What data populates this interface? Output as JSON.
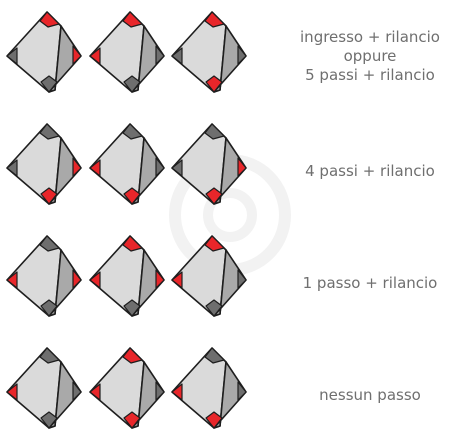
{
  "rows": [
    {
      "caption_lines": [
        "ingresso + rilancio",
        "oppure",
        "5 passi + rilancio"
      ],
      "tiles": [
        {
          "top": "red",
          "left": "dark",
          "right": "red",
          "bottom": "dark"
        },
        {
          "top": "red",
          "left": "red",
          "right": "dark",
          "bottom": "dark"
        },
        {
          "top": "red",
          "left": "dark",
          "right": "dark",
          "bottom": "red"
        }
      ]
    },
    {
      "caption_lines": [
        "4 passi + rilancio"
      ],
      "tiles": [
        {
          "top": "dark",
          "left": "dark",
          "right": "red",
          "bottom": "red"
        },
        {
          "top": "dark",
          "left": "red",
          "right": "dark",
          "bottom": "red"
        },
        {
          "top": "dark",
          "left": "dark",
          "right": "red",
          "bottom": "red"
        }
      ]
    },
    {
      "caption_lines": [
        "1 passo + rilancio"
      ],
      "tiles": [
        {
          "top": "dark",
          "left": "red",
          "right": "red",
          "bottom": "dark"
        },
        {
          "top": "red",
          "left": "red",
          "right": "red",
          "bottom": "dark"
        },
        {
          "top": "red",
          "left": "red",
          "right": "dark",
          "bottom": "dark"
        }
      ]
    },
    {
      "caption_lines": [
        "nessun passo"
      ],
      "tiles": [
        {
          "top": "dark",
          "left": "red",
          "right": "dark",
          "bottom": "dark"
        },
        {
          "top": "red",
          "left": "red",
          "right": "dark",
          "bottom": "red"
        },
        {
          "top": "dark",
          "left": "red",
          "right": "dark",
          "bottom": "red"
        }
      ]
    }
  ],
  "colors": {
    "red": "#e8262a",
    "dark": "#6e6e6e",
    "face_left": "#dadada",
    "face_right": "#a9a9a9",
    "outline": "#1e1e1e",
    "caption": "#6f6f6f",
    "watermark": "#f2f2f2"
  }
}
